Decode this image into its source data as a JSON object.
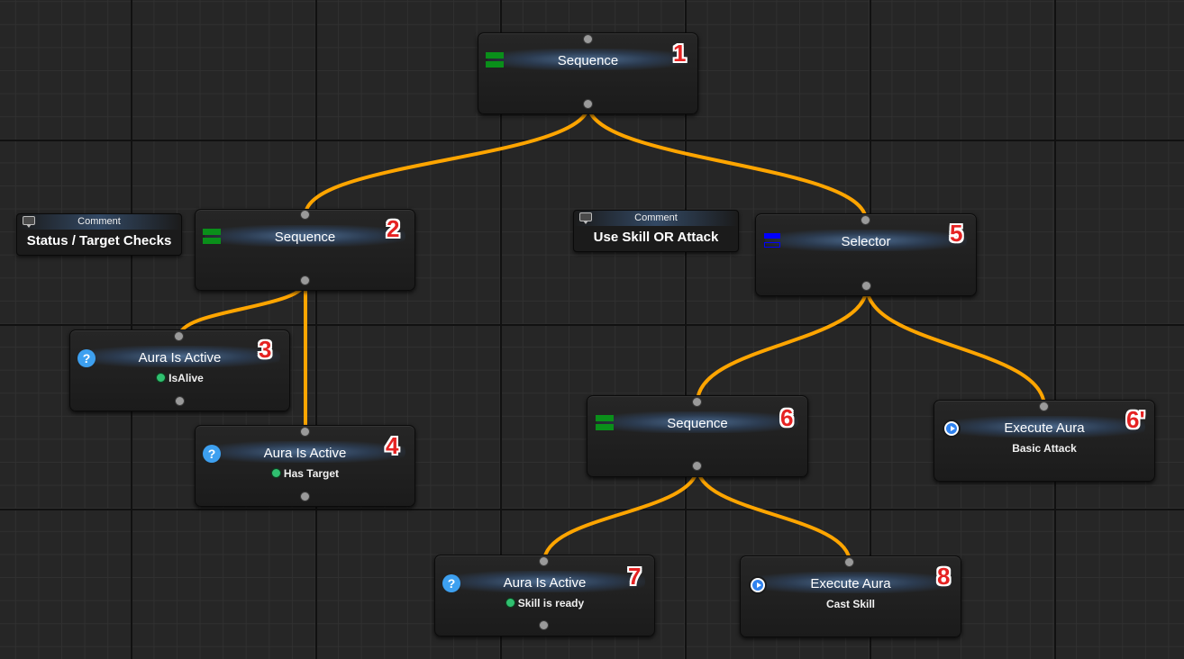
{
  "colors": {
    "wire": "#ffa500",
    "badge": "#e52222",
    "sequence_icon": "#0a8f1a",
    "selector_icon": "#0000ff",
    "decorator_icon": "#3da0f0",
    "task_icon": "#2f82ef",
    "condition_dot": "#30c070"
  },
  "comments": {
    "c1": {
      "label": "Comment",
      "text": "Status / Target Checks",
      "icon": "comment-icon"
    },
    "c2": {
      "label": "Comment",
      "text": "Use Skill OR Attack",
      "icon": "comment-icon"
    }
  },
  "nodes": {
    "n1": {
      "title": "Sequence",
      "badge": "1",
      "icon": "sequence-icon"
    },
    "n2": {
      "title": "Sequence",
      "badge": "2",
      "icon": "sequence-icon"
    },
    "n3": {
      "title": "Aura Is Active",
      "subtitle": "IsAlive",
      "badge": "3",
      "icon": "decorator-question-icon"
    },
    "n4": {
      "title": "Aura Is Active",
      "subtitle": "Has Target",
      "badge": "4",
      "icon": "decorator-question-icon"
    },
    "n5": {
      "title": "Selector",
      "badge": "5",
      "icon": "selector-icon"
    },
    "n6": {
      "title": "Sequence",
      "badge": "6",
      "icon": "sequence-icon"
    },
    "n6b": {
      "title": "Execute Aura",
      "subtitle": "Basic Attack",
      "badge": "6'",
      "icon": "task-play-icon"
    },
    "n7": {
      "title": "Aura Is Active",
      "subtitle": "Skill is ready",
      "badge": "7",
      "icon": "decorator-question-icon"
    },
    "n8": {
      "title": "Execute Aura",
      "subtitle": "Cast Skill",
      "badge": "8",
      "icon": "task-play-icon"
    }
  },
  "connections": [
    {
      "from": "n1",
      "to": "n2"
    },
    {
      "from": "n1",
      "to": "n5"
    },
    {
      "from": "n2",
      "to": "n3"
    },
    {
      "from": "n2",
      "to": "n4"
    },
    {
      "from": "n5",
      "to": "n6"
    },
    {
      "from": "n5",
      "to": "n6b"
    },
    {
      "from": "n6",
      "to": "n7"
    },
    {
      "from": "n6",
      "to": "n8"
    }
  ]
}
